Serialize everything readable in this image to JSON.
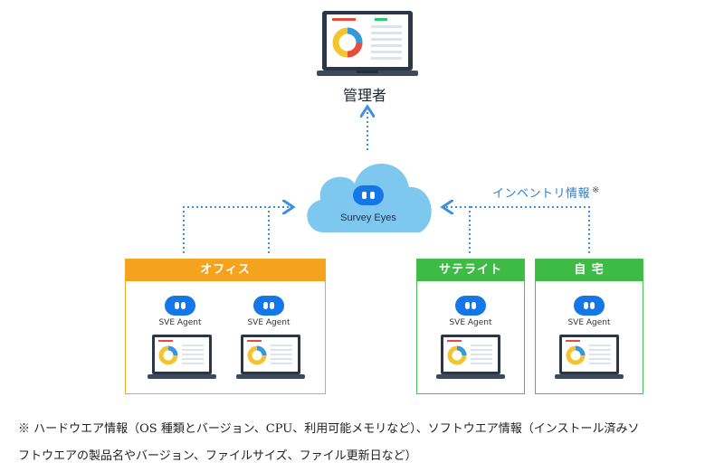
{
  "admin": {
    "label": "管理者"
  },
  "cloud": {
    "label": "Survey Eyes"
  },
  "inventory": {
    "label": "インベントリ情報",
    "mark": "※"
  },
  "groups": {
    "office": {
      "title": "オフィス",
      "agent1": "SVE Agent",
      "agent2": "SVE Agent"
    },
    "satellite": {
      "title": "サテライト",
      "agent": "SVE Agent"
    },
    "home": {
      "title": "自 宅",
      "agent": "SVE Agent"
    }
  },
  "footnote": {
    "line1": "※ ハードウエア情報（OS 種類とバージョン、CPU、利用可能メモリなど）、ソフトウエア情報（インストール済みソ",
    "line2": "フトウエアの製品名やバージョン、ファイルサイズ、ファイル更新日など）"
  },
  "colors": {
    "office": "#f5a21f",
    "green": "#3dbb45",
    "cloud": "#7ec8f0",
    "bot": "#1577e5",
    "arrow": "#3d8fe0"
  },
  "icons": {
    "admin": "laptop-dashboard-icon",
    "cloud": "cloud-icon",
    "agent": "robot-agent-icon",
    "device": "laptop-icon"
  }
}
